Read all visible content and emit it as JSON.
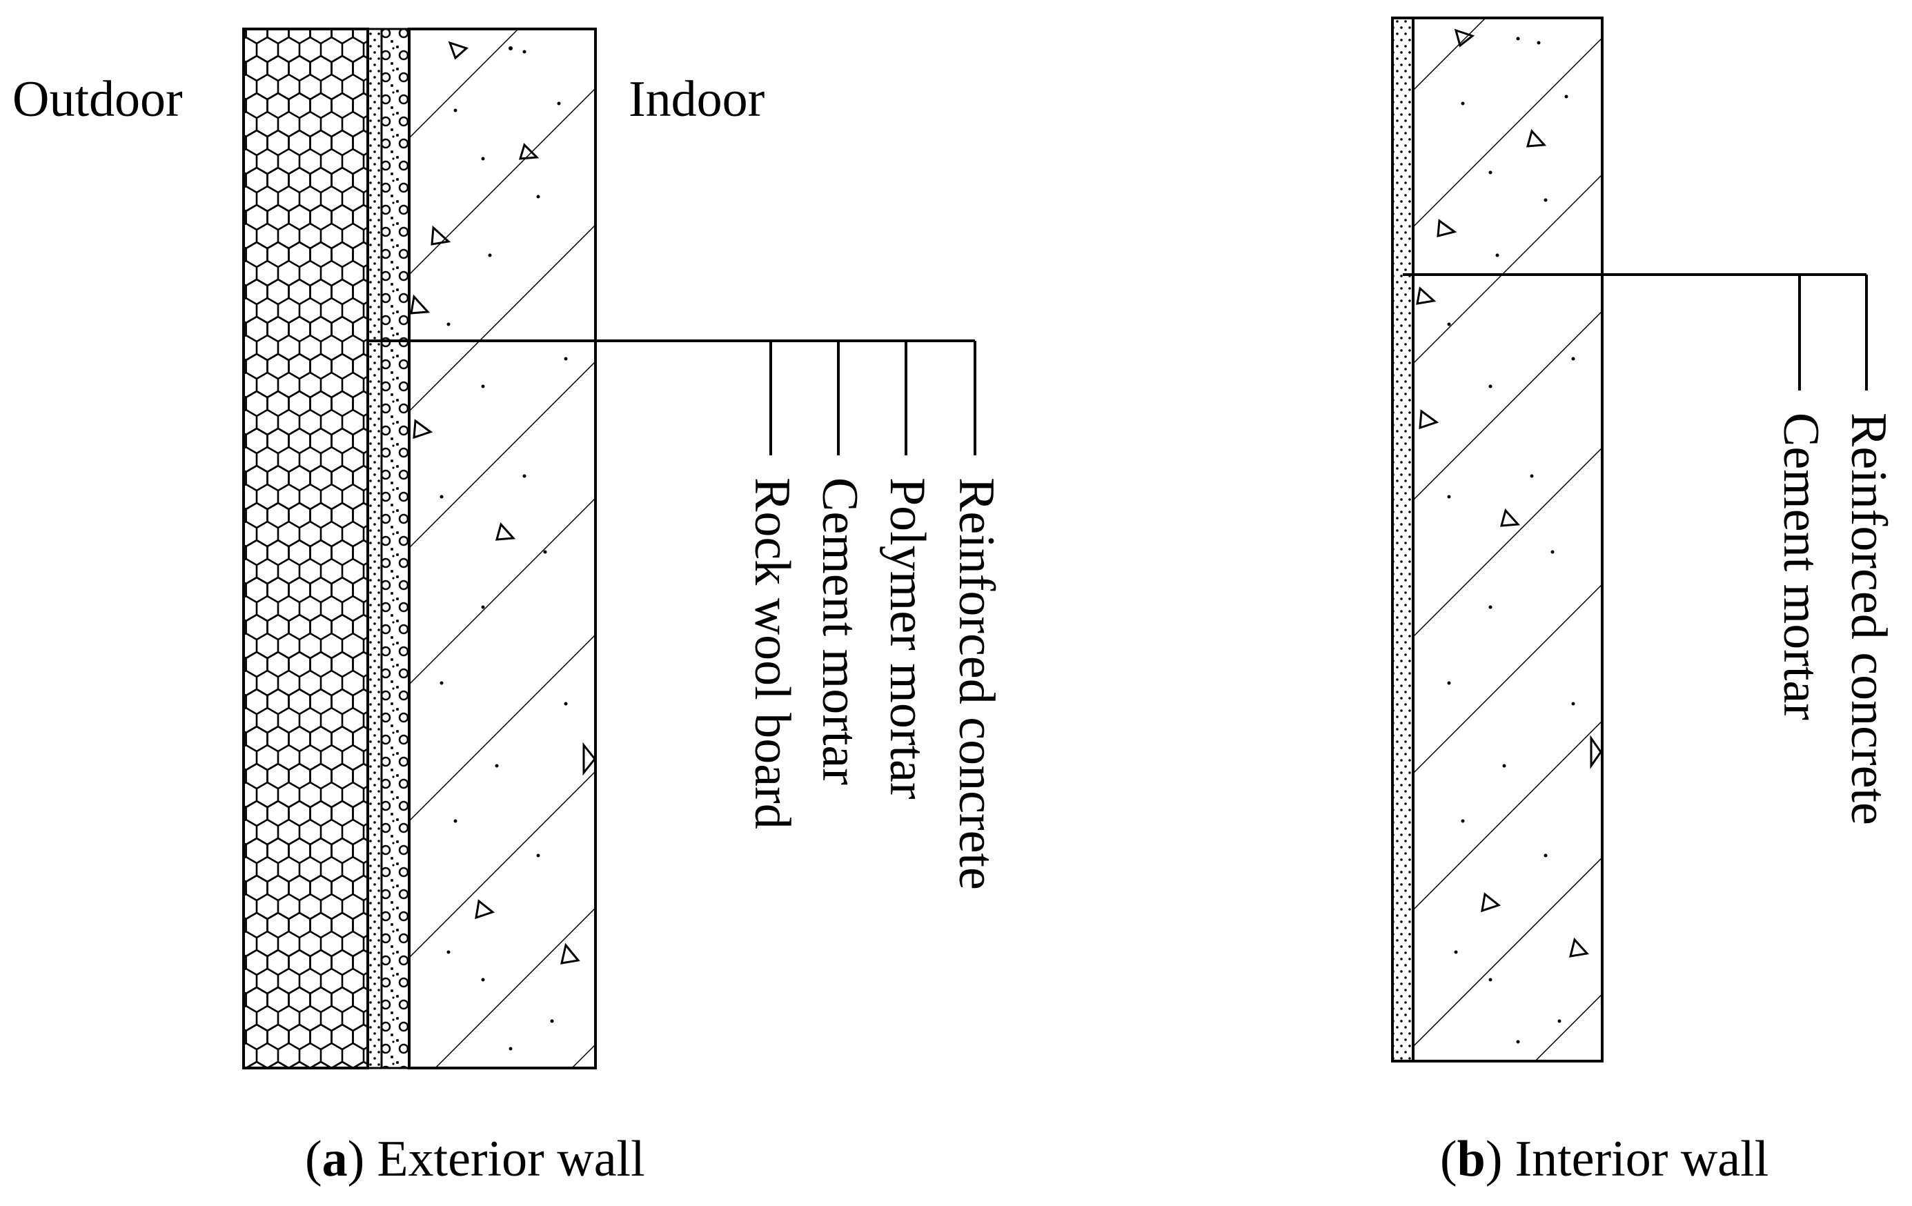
{
  "colors": {
    "line": "#000000",
    "background": "#ffffff"
  },
  "panel_a": {
    "outdoor_label": "Outdoor",
    "indoor_label": "Indoor",
    "layers": [
      "Rock wool board",
      "Cement mortar",
      "Polymer mortar",
      "Reinforced concrete"
    ],
    "caption_letter": "a",
    "caption_text": "Exterior wall",
    "caption_open": "(",
    "caption_close": ")"
  },
  "panel_b": {
    "layers": [
      "Cement mortar",
      "Reinforced concrete"
    ],
    "caption_letter": "b",
    "caption_text": "Interior wall",
    "caption_open": "(",
    "caption_close": ")"
  }
}
